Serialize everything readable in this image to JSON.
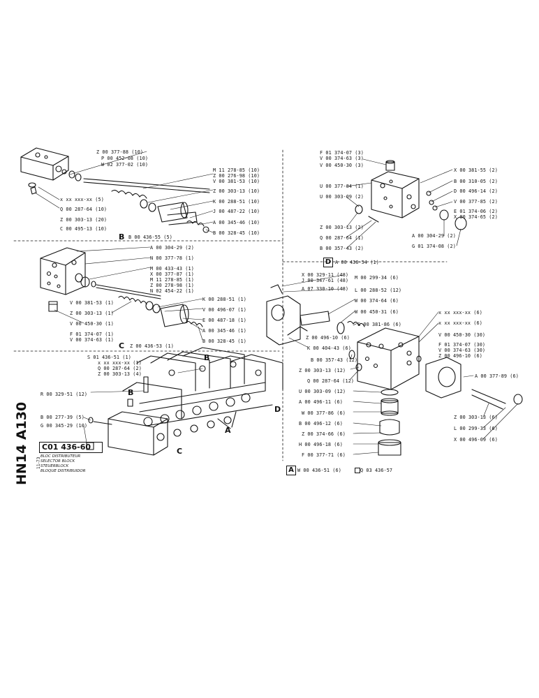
{
  "sheet": {
    "vertical_code": "HN14 A130",
    "date": "11-73",
    "title_code": "C01 436-60",
    "subtitles": [
      "BLOC DISTRIBUTEUR",
      "SELECTOR BLOCK",
      "STEUERBLOCK",
      "BLOQUE DISTRIBUIDOR"
    ]
  },
  "section_B": {
    "heading_letter": "B",
    "heading_ref": "B 00 436-55 (5)",
    "labels": {
      "l1": "Z 00 377-88 (10)",
      "l2": "P 00 452-08 (10)",
      "l3": "W 02 377-02 (10)",
      "l4": "M 11 278-85 (10)",
      "l5": "Z 00 276-98 (10)",
      "l6": "V 00 381-53 (10)",
      "l7": "x xx xxx-xx (5)",
      "l8": "Z 00 303-13 (10)",
      "l9": "Q 00 287-64 (10)",
      "l10": "K 00 288-51 (10)",
      "l11": "J 00 487-22 (10)",
      "l12": "Z 00 303-13 (20)",
      "l13": "C 00 495-13 (10)",
      "l14": "A 00 345-46 (10)",
      "l15": "B 00 328-45 (10)"
    }
  },
  "section_C": {
    "heading_letter": "C",
    "heading_ref": "Z 00 436-53 (1)",
    "labels": {
      "l1": "A 00 304-29 (2)",
      "l2": "N 00 377-78 (1)",
      "l3": "M 00 433-43 (1)",
      "l4": "X 00 377-87 (1)",
      "l5": "M 11 278-85 (1)",
      "l6": "Z 00 278-98 (1)",
      "l7": "N 02 454-22 (1)",
      "l8": "V 00 381-53 (1)",
      "l9": "K 00 288-51 (1)",
      "l10": "Z 00 303-13 (1)",
      "l11": "V 00 496-07 (1)",
      "l12": "V 00 450-30 (1)",
      "l13": "E 00 487-18 (1)",
      "l14": "A 00 345-46 (1)",
      "l15": "F 01 374-07 (1)",
      "l16": "V 00 374-63 (1)",
      "l17": "B 00 328-45 (1)"
    }
  },
  "section_D": {
    "heading_letter": "D",
    "heading_ref": "A 00 436-54 (1)",
    "labels": {
      "l1": "F 01 374-07 (3)",
      "l2": "V 00 374-63 (3)",
      "l3": "V 00 450-30 (3)",
      "l4": "X 00 381-55 (2)",
      "l5": "U 00 377-84 (1)",
      "l6": "B 00 310-05 (2)",
      "l7": "U 00 303-09 (2)",
      "l8": "D 00 496-14 (2)",
      "l9": "V 00 377-85 (2)",
      "l10": "E 01 374-06 (2)",
      "l11": "X 00 374-65 (2)",
      "l12": "Z 00 303-13 (2)",
      "l13": "A 00 304-29 (2)",
      "l14": "Q 00 287-64 (1)",
      "l15": "G 01 374-08 (2)",
      "l16": "B 00 357-43 (2)"
    }
  },
  "section_assembly": {
    "labels": {
      "l1": "S 01 436-51 (1)",
      "l2": "x xx xxx-xx (1)",
      "l3": "Q 00 287-64 (2)",
      "l4": "Z 00 303-13 (4)",
      "l5": "R 00 329-51 (12)",
      "l6": "B 00 277-39 (5)",
      "l7": "G 00 345-29 (10)"
    },
    "callouts": {
      "a": "A",
      "b1": "B",
      "b2": "B",
      "c": "C",
      "d": "D"
    }
  },
  "section_A": {
    "heading_letter": "A",
    "heading_ref": "W 00 436-51 (6)",
    "alt_ref": "Q 03 436-57",
    "labels": {
      "l1": "X 00 329-11 (48)",
      "l2": "J 00 347-61 (48)",
      "l3": "A 07 330-10 (48)",
      "l4": "M 00 299-34 (6)",
      "l5": "L 00 288-52 (12)",
      "l6": "W 00 374-64 (6)",
      "l7": "W 00 450-31 (6)",
      "l8": "G 00 381-86 (6)",
      "l9": "x xx xxx-xx (6)",
      "l10": "x xx xxx-xx (6)",
      "l11": "V 00 450-30 (30)",
      "l12": "F 01 374-07 (30)",
      "l13": "V 00 374-63 (30)",
      "l14": "Z 00 496-10 (6)",
      "l15": "Z 00 496-10 (6)",
      "l16": "K 00 404-43 (6)",
      "l17": "B 00 357-43 (12)",
      "l18": "Z 00 303-13 (12)",
      "l19": "Q 00 287-64 (12)",
      "l20": "U 00 303-09 (12)",
      "l21": "A 00 496-11 (6)",
      "l22": "W 00 377-86 (6)",
      "l23": "B 00 496-12 (6)",
      "l24": "Z 00 374-66 (6)",
      "l25": "H 00 496-18 (6)",
      "l26": "F 00 377-71 (6)",
      "l27": "A 00 377-89 (6)",
      "l28": "Z 00 303-13 (6)",
      "l29": "L 00 299-33 (6)",
      "l30": "X 00 496-09 (6)"
    }
  }
}
